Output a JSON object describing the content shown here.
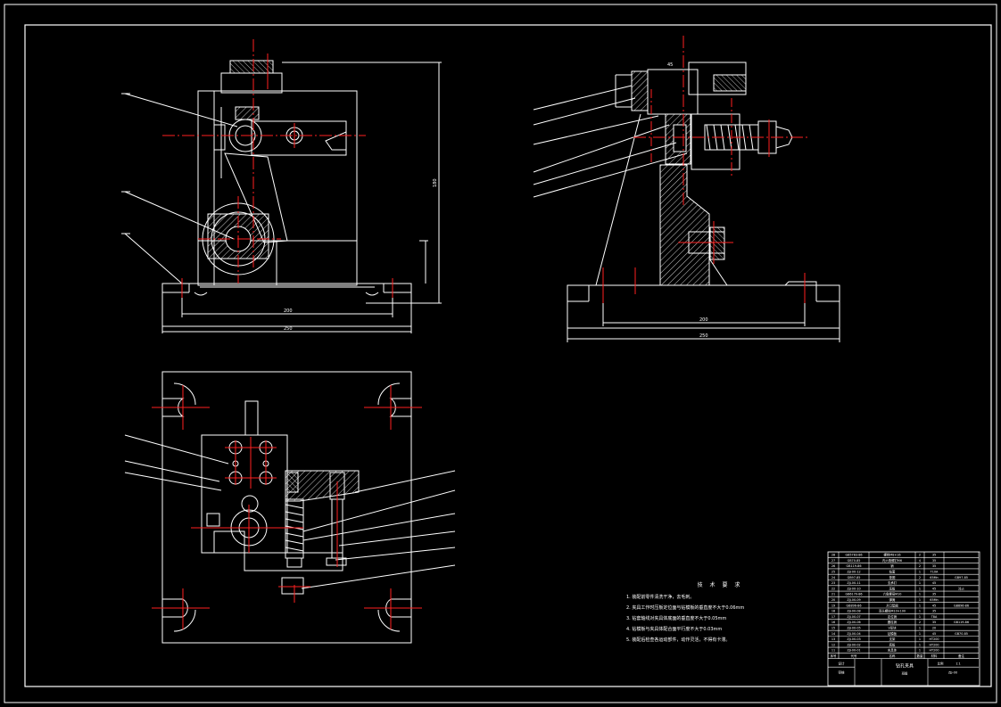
{
  "drawing": {
    "background": "#000000",
    "line_color": "#ffffff",
    "centerline_color": "#ff0000",
    "hatch_color": "#ffffff",
    "dimensions": {
      "front_height": "180",
      "front_base_inner": "200",
      "front_base_outer": "250",
      "side_base_inner": "200",
      "side_base_outer": "250",
      "side_small": "45"
    }
  },
  "tech_notes": {
    "title": "技 术 要 求",
    "lines": [
      "1. 装配前零件清洗干净，去毛刺。",
      "2. 夹具工作时压板定位面与钻模板的垂直度不大于0.06mm",
      "3. 钻套轴线对夹具体底面的垂直度不大于0.05mm",
      "4. 钻模板与夹具体配合面平行度不大于0.03mm",
      "5. 装配后检查各运动部件，动作灵活，不得有卡滞。"
    ]
  },
  "bom": {
    "rows": [
      {
        "no": "28",
        "code": "GB5783-86",
        "name": "螺栓M8×16",
        "qty": "2",
        "mat": "35",
        "note": ""
      },
      {
        "no": "27",
        "code": "GB70-85",
        "name": "内六角螺钉M6",
        "qty": "4",
        "mat": "35",
        "note": ""
      },
      {
        "no": "26",
        "code": "GB119-86",
        "name": "销",
        "qty": "2",
        "mat": "35",
        "note": ""
      },
      {
        "no": "25",
        "code": "ZJJ-00-12",
        "name": "钻套",
        "qty": "1",
        "mat": "T10A",
        "note": ""
      },
      {
        "no": "24",
        "code": "GB97-85",
        "name": "垫圈",
        "qty": "2",
        "mat": "65Mn",
        "note": "GB97-85"
      },
      {
        "no": "23",
        "code": "ZJJ-00-11",
        "name": "支承钉",
        "qty": "1",
        "mat": "45",
        "note": ""
      },
      {
        "no": "22",
        "code": "ZJJ-00-10",
        "name": "压板",
        "qty": "1",
        "mat": "45",
        "note": "淬火"
      },
      {
        "no": "21",
        "code": "GB6170-86",
        "name": "六角螺母M10",
        "qty": "1",
        "mat": "35",
        "note": ""
      },
      {
        "no": "20",
        "code": "ZJJ-00-09",
        "name": "弹簧",
        "qty": "1",
        "mat": "65Mn",
        "note": ""
      },
      {
        "no": "19",
        "code": "GB896-86",
        "name": "开口垫圈",
        "qty": "1",
        "mat": "45",
        "note": "GB896-86"
      },
      {
        "no": "18",
        "code": "ZJJ-00-08",
        "name": "双头螺柱M10×100",
        "qty": "1",
        "mat": "35",
        "note": ""
      },
      {
        "no": "17",
        "code": "ZJJ-00-07",
        "name": "定位销",
        "qty": "1",
        "mat": "T8A",
        "note": ""
      },
      {
        "no": "16",
        "code": "ZJJ-00-06",
        "name": "圆柱销",
        "qty": "2",
        "mat": "35",
        "note": "GB119-86"
      },
      {
        "no": "15",
        "code": "ZJJ-00-05",
        "name": "V形块",
        "qty": "1",
        "mat": "20",
        "note": ""
      },
      {
        "no": "14",
        "code": "ZJJ-00-04",
        "name": "钻模板",
        "qty": "1",
        "mat": "45",
        "note": "GB70-85"
      },
      {
        "no": "13",
        "code": "ZJJ-00-03",
        "name": "支架",
        "qty": "1",
        "mat": "HT200",
        "note": ""
      },
      {
        "no": "12",
        "code": "ZJJ-00-02",
        "name": "底板",
        "qty": "1",
        "mat": "HT200",
        "note": ""
      },
      {
        "no": "11",
        "code": "ZJJ-00-01",
        "name": "夹具体",
        "qty": "1",
        "mat": "HT200",
        "note": ""
      },
      {
        "no": "序号",
        "code": "代号",
        "name": "名称",
        "qty": "数量",
        "mat": "材料",
        "note": "备注"
      }
    ],
    "title_block": {
      "title": "钻孔夹具",
      "scale_label": "比例",
      "scale": "1:1",
      "drawing_no": "ZJJ-00",
      "designer_label": "设计",
      "checker_label": "审核",
      "school": "班级"
    }
  }
}
